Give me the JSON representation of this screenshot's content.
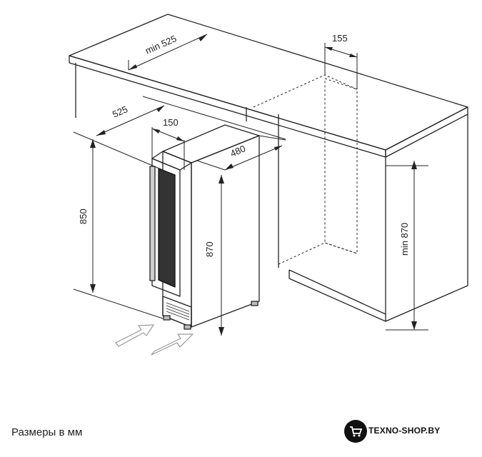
{
  "dimensions": {
    "countertop_depth_min": "min 525",
    "cutout_offset": "155",
    "cabinet_depth": "525",
    "door_width": "150",
    "depth": "480",
    "height_left": "850",
    "unit_height": "870",
    "niche_height_min": "min 870"
  },
  "caption": "Размеры в мм",
  "logo": {
    "text": "TEXNO-SHOP.BY"
  }
}
